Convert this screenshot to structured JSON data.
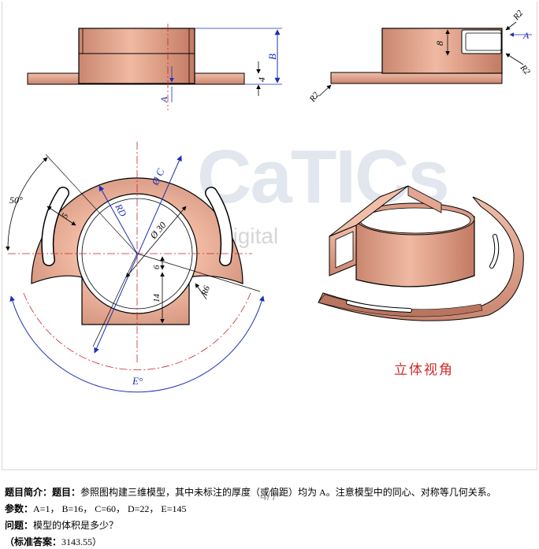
{
  "drawing": {
    "labels_dim": {
      "A_front": "A",
      "B": "B",
      "four": "4",
      "eight": "8",
      "R2_a": "R2",
      "R2_b": "R2",
      "R2_c": "R2",
      "A_side": "A",
      "fifty": "50°",
      "five": "5",
      "phiC": "Ø C",
      "RD": "RD",
      "phi30": "Ø 30",
      "six": "6",
      "fourteen": "14",
      "R6": "R6",
      "E": "E°"
    },
    "view3d_caption": "立体视角",
    "watermark": "CaTICs",
    "watermark_sub": "digital"
  },
  "info": {
    "intro_label": "题目简介：",
    "intro_title_label": "题目：",
    "intro_text": "参照图构建三维模型，其中未标注的厚度（或偏距）均为 A。注意模型中的同心、对称等几何关系。",
    "params_label": "参数：",
    "params_text": "A=1，  B=16，  C=60，  D=22，  E=145",
    "question_label": "问题：",
    "question_text": "模型的体积是多少？",
    "answer_label": "（标准答案：",
    "answer_value": "3143.55",
    "answer_end": "）",
    "page": "4/7"
  },
  "colors": {
    "part": "#e8a88f",
    "part_dark": "#b87560",
    "dim_blue": "#1a2fb8",
    "center_red": "#c4262b"
  }
}
